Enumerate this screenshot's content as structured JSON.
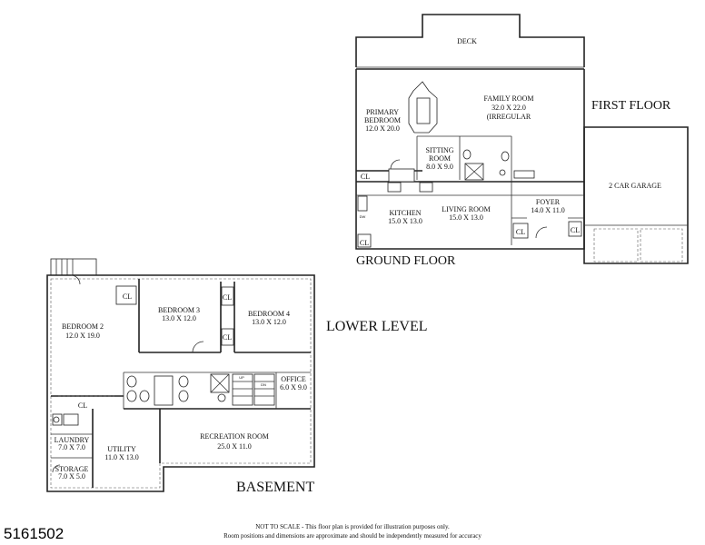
{
  "listing_id": "5161502",
  "disclaimer": {
    "line1": "NOT TO SCALE - This floor plan is provided for illustration purposes only.",
    "line2": "Room positions and dimensions are approximate and should be independently measured for accuracy"
  },
  "floors": {
    "first_floor": "FIRST FLOOR",
    "ground_floor": "GROUND FLOOR",
    "lower_level": "LOWER LEVEL",
    "basement": "BASEMENT"
  },
  "rooms": {
    "deck": {
      "name": "DECK"
    },
    "family_room": {
      "name": "FAMILY ROOM",
      "dims": "32.0 X 22.0",
      "note": "(IRREGULAR"
    },
    "primary_bedroom": {
      "name1": "PRIMARY",
      "name2": "BEDROOM",
      "dims": "12.0 X 20.0"
    },
    "sitting_room": {
      "name1": "SITTING",
      "name2": "ROOM",
      "dims": "8.0 X 9.0"
    },
    "kitchen": {
      "name": "KITCHEN",
      "dims": "15.0 X 13.0"
    },
    "living_room": {
      "name": "LIVING ROOM",
      "dims": "15.0 X 13.0"
    },
    "foyer": {
      "name": "FOYER",
      "dims": "14.0 X 11.0"
    },
    "garage": {
      "name": "2 CAR GARAGE"
    },
    "bedroom2": {
      "name": "BEDROOM 2",
      "dims": "12.0 X 19.0"
    },
    "bedroom3": {
      "name": "BEDROOM 3",
      "dims": "13.0 X 12.0"
    },
    "bedroom4": {
      "name": "BEDROOM 4",
      "dims": "13.0 X 12.0"
    },
    "office": {
      "name": "OFFICE",
      "dims": "6.0 X 9.0"
    },
    "laundry": {
      "name": "LAUNDRY",
      "dims": "7.0 X 7.0"
    },
    "utility": {
      "name": "UTILITY",
      "dims": "11.0 X 13.0"
    },
    "storage": {
      "name": "STORAGE",
      "dims": "7.0 X 5.0"
    },
    "recreation": {
      "name": "RECREATION ROOM",
      "dims": "25.0 X 11.0"
    }
  },
  "closet_label": "CL",
  "dishwasher_label": "DW",
  "small_marks": {
    "up": "UP",
    "dn": "DN"
  }
}
